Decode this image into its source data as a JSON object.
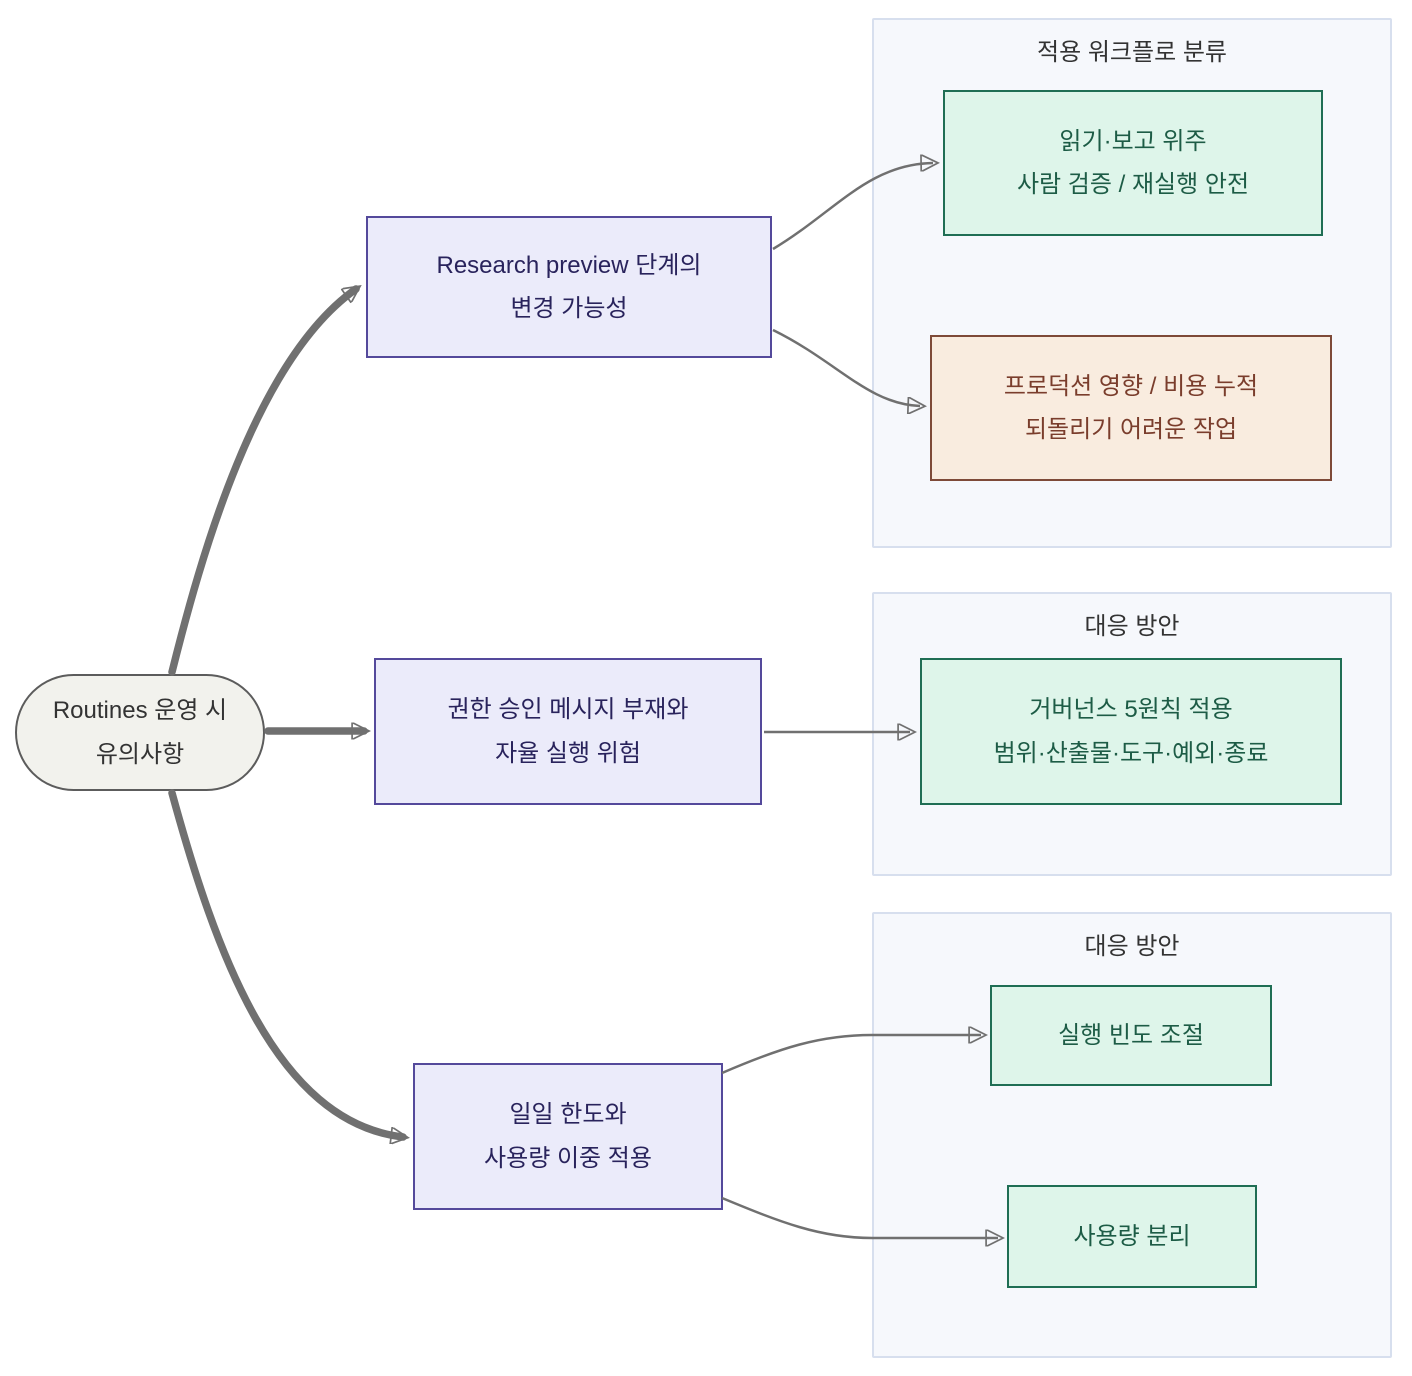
{
  "diagram": {
    "root": {
      "lines": [
        "Routines 운영 시",
        "유의사항"
      ]
    },
    "branches": [
      {
        "lines": [
          "Research preview 단계의",
          "변경 가능성"
        ]
      },
      {
        "lines": [
          "권한 승인 메시지 부재와",
          "자율 실행 위험"
        ]
      },
      {
        "lines": [
          "일일 한도와",
          "사용량 이중 적용"
        ]
      }
    ],
    "groups": [
      {
        "title": "적용 워크플로 분류",
        "nodes": [
          {
            "kind": "positive",
            "lines": [
              "읽기·보고 위주",
              "사람 검증 / 재실행 안전"
            ]
          },
          {
            "kind": "warning",
            "lines": [
              "프로덕션 영향 / 비용 누적",
              "되돌리기 어려운 작업"
            ]
          }
        ]
      },
      {
        "title": "대응 방안",
        "nodes": [
          {
            "kind": "positive",
            "lines": [
              "거버넌스 5원칙 적용",
              "범위·산출물·도구·예외·종료"
            ]
          }
        ]
      },
      {
        "title": "대응 방안",
        "nodes": [
          {
            "kind": "positive",
            "lines": [
              "실행 빈도 조절"
            ]
          },
          {
            "kind": "positive",
            "lines": [
              "사용량 분리"
            ]
          }
        ]
      }
    ],
    "colors": {
      "canvas_bg": "#ffffff",
      "root_fill": "#f2f2ed",
      "root_border": "#5c5c5c",
      "root_text": "#333333",
      "branch_fill": "#ebebfa",
      "branch_border": "#54499b",
      "branch_text": "#29235c",
      "positive_fill": "#def5ea",
      "positive_border": "#1f6e54",
      "positive_text": "#1d5c46",
      "warning_fill": "#f9ecdf",
      "warning_border": "#7e4a38",
      "warning_text": "#7a3d2c",
      "group_fill": "#f6f8fc",
      "group_border": "#d7dfee",
      "group_title_text": "#333333",
      "edge": "#707070"
    }
  }
}
